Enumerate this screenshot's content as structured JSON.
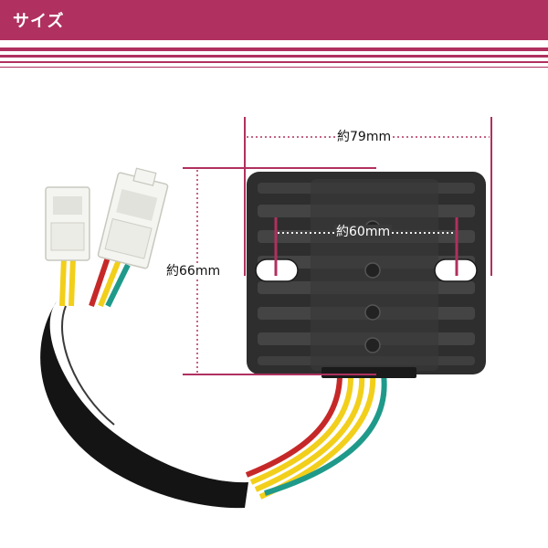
{
  "header": {
    "title": "サイズ"
  },
  "dimensions": {
    "width": "約79mm",
    "hole_spacing": "約60mm",
    "height": "約66mm"
  },
  "colors": {
    "brand": "#b0305f",
    "dimension_line": "#b0305f",
    "body": "#2e2e2e"
  }
}
